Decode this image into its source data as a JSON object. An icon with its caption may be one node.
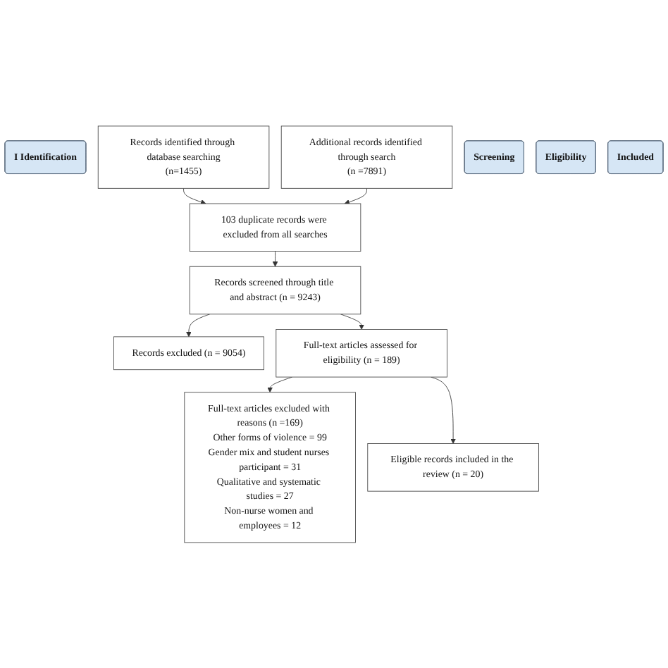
{
  "diagram": {
    "nodes": [
      {
        "text": [
          "I Identification"
        ]
      },
      {
        "text": [
          "Records identified through database searching",
          "(n=1455)"
        ]
      },
      {
        "text": [
          "Additional records identified through search",
          "(n =7891)"
        ]
      },
      {
        "text": [
          "Screening"
        ]
      },
      {
        "text": [
          "103 duplicate records were excluded from all searches"
        ]
      },
      {
        "text": [
          "Records screened through title and abstract (n = 9243)"
        ]
      },
      {
        "text": [
          "Records excluded (n = 9054)"
        ]
      },
      {
        "text": [
          "Eligibility"
        ]
      },
      {
        "text": [
          "Full-text articles assessed for eligibility (n = 189)"
        ]
      },
      {
        "text": [
          "Full-text articles excluded with reasons (n =169)",
          "Other forms of violence = 99",
          "Gender mix and student nurses participant = 31",
          "Qualitative and systematic studies = 27",
          "Non-nurse women and employees = 12"
        ]
      },
      {
        "text": [
          "Included"
        ]
      },
      {
        "text": [
          "Eligible records included in the review (n = 20)"
        ]
      }
    ],
    "edges": [
      {
        "from": 1,
        "to": 4,
        "arrow": "to"
      },
      {
        "from": 2,
        "to": 4,
        "arrow": "to"
      },
      {
        "from": 4,
        "to": 5,
        "arrow": "to"
      },
      {
        "from": 5,
        "to": 6,
        "arrow": "to"
      },
      {
        "from": 5,
        "to": 8,
        "arrow": "to"
      },
      {
        "from": 8,
        "to": 9,
        "arrow": "to"
      },
      {
        "from": 8,
        "to": 11,
        "arrow": "to"
      }
    ]
  }
}
